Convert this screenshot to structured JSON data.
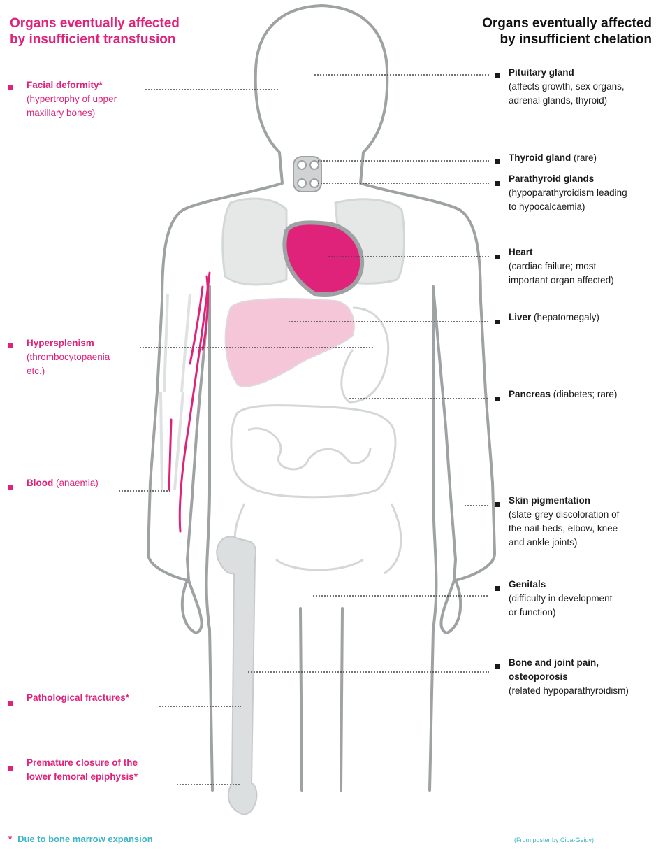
{
  "header_left": "Organs eventually affected\nby insufficient transfusion",
  "header_left_lines": [
    "Organs eventually affected",
    "by insufficient transfusion"
  ],
  "header_right_lines": [
    "Organs eventually affected",
    "by insufficient chelation"
  ],
  "left_labels": [
    {
      "title": "Facial deformity*",
      "desc": [
        "(hypertrophy of upper",
        "maxillary bones)"
      ]
    },
    {
      "title": "Hypersplenism",
      "desc": [
        "(thrombocytopaenia",
        "etc.)"
      ]
    },
    {
      "title": "Blood",
      "inline": " (anaemia)",
      "desc": []
    },
    {
      "title": "Pathological fractures*",
      "desc": []
    },
    {
      "title": "Premature closure of the",
      "desc": [
        "lower femoral epiphysis*"
      ]
    }
  ],
  "right_labels": [
    {
      "title": "Pituitary gland",
      "inline": "",
      "desc": [
        "(affects growth, sex organs,",
        "adrenal glands, thyroid)"
      ]
    },
    {
      "title": "Thyroid gland",
      "inline": " (rare)",
      "desc": []
    },
    {
      "title": "Parathyroid glands",
      "inline": "",
      "desc": [
        "(hypoparathyroidism leading",
        "to hypocalcaemia)"
      ]
    },
    {
      "title": "Heart",
      "inline": "",
      "desc": [
        "(cardiac failure; most",
        "important organ affected)"
      ]
    },
    {
      "title": "Liver",
      "inline": " (hepatomegaly)",
      "desc": []
    },
    {
      "title": "Pancreas",
      "inline": " (diabetes; rare)",
      "desc": []
    },
    {
      "title": "Skin pigmentation",
      "inline": "",
      "desc": [
        "(slate-grey discoloration of",
        "the nail-beds, elbow, knee",
        "and ankle joints)"
      ]
    },
    {
      "title": "Genitals",
      "inline": "",
      "desc": [
        "(difficulty in development",
        "or function)"
      ]
    },
    {
      "title": "Bone and joint pain,",
      "inline": "",
      "desc": [
        "osteoporosis",
        "(related hypoparathyroidism)"
      ]
    }
  ],
  "footnote": {
    "star": "*",
    "text": "Due to bone marrow expansion"
  },
  "credit": "(From poster by Ciba-Geigy)",
  "colors": {
    "pink": "#e0237a",
    "light_pink": "#f5c6d8",
    "outline": "#9ea2a3",
    "organ_fill": "#e6e8e8",
    "footnote": "#3bb6c6"
  }
}
